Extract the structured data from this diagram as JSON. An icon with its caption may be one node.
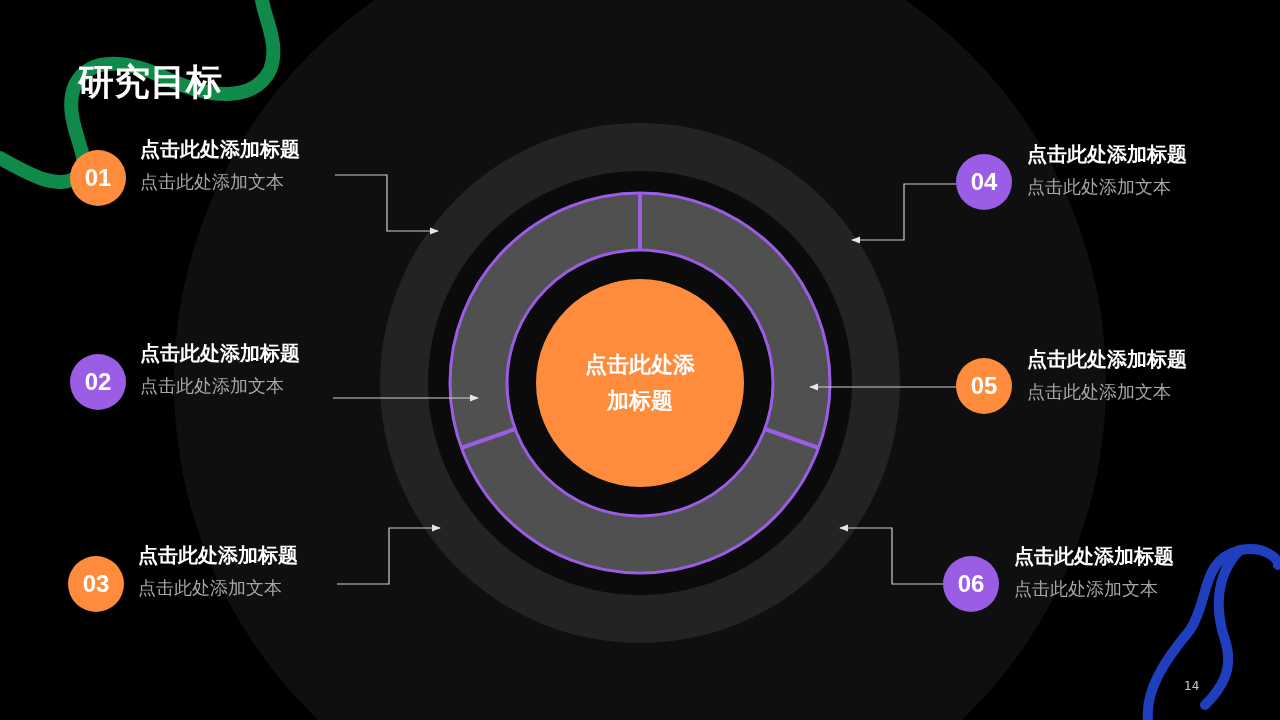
{
  "diagram": {
    "title": "研究目标",
    "nodes": [
      {
        "text": [
          "01"
        ]
      },
      {
        "text": [
          "点击此处添加标题",
          "点击此处添加文本"
        ]
      },
      {
        "text": [
          "04"
        ]
      },
      {
        "text": [
          "点击此处添加标题",
          "点击此处添加文本"
        ]
      },
      {
        "text": [
          "02"
        ]
      },
      {
        "text": [
          "点击此处添加标题",
          "点击此处添加文本"
        ]
      },
      {
        "text": [
          "05"
        ]
      },
      {
        "text": [
          "点击此处添加标题",
          "点击此处添加文本"
        ]
      },
      {
        "text": [
          "03"
        ]
      },
      {
        "text": [
          "点击此处添加标题",
          "点击此处添加文本"
        ]
      },
      {
        "text": [
          "06"
        ]
      },
      {
        "text": [
          "点击此处添加标题",
          "点击此处添加文本"
        ]
      },
      {
        "text": [
          "点击此处添加标题"
        ]
      }
    ],
    "edges": [
      {
        "from": 1,
        "to": null,
        "arrow": "to"
      },
      {
        "from": 5,
        "to": null,
        "arrow": "to"
      },
      {
        "from": 9,
        "to": null,
        "arrow": "to"
      },
      {
        "from": 2,
        "to": null,
        "arrow": "to"
      },
      {
        "from": 6,
        "to": null,
        "arrow": "to"
      },
      {
        "from": 10,
        "to": null,
        "arrow": "to"
      }
    ],
    "labels": [
      "14"
    ]
  }
}
